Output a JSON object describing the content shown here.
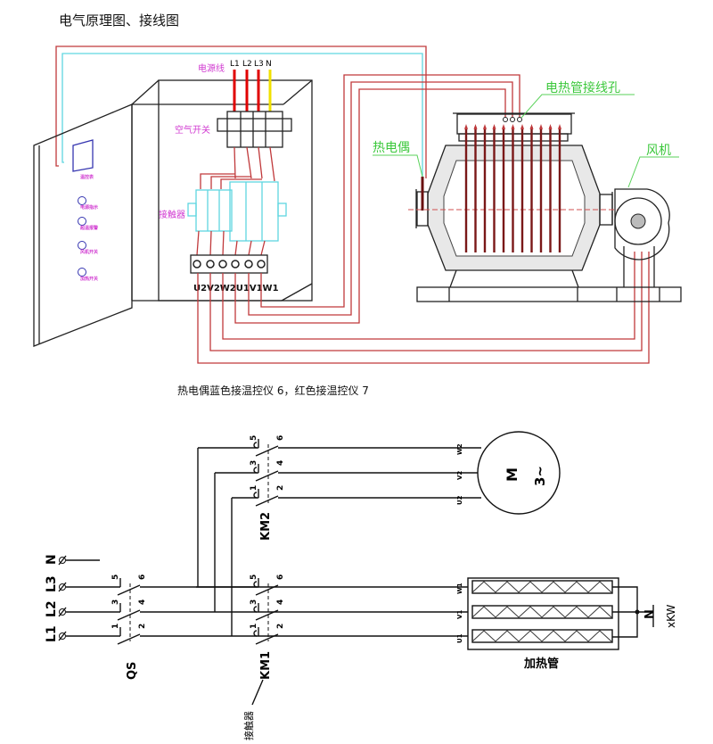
{
  "title": "电气原理图、接线图",
  "caption": "热电偶蓝色接温控仪 6，红色接温控仪 7",
  "colors": {
    "wire_red": "#c0393b",
    "thermocouple_cyan": "#5fd6e0",
    "label_magenta": "#d13bd1",
    "callout_green": "#3cc83c",
    "neutral_yellow": "#f0e000",
    "phase_red": "#e00000"
  },
  "wiring": {
    "power_label": "电源线",
    "phases": [
      "L1",
      "L2",
      "L3",
      "N"
    ],
    "breaker_label": "空气开关",
    "contactor_label": "接触器",
    "terminal_label": "U2V2W2U1V1W1",
    "door_labels": [
      "温控表",
      "电源指示",
      "超温报警",
      "风机开关",
      "加热开关"
    ],
    "heater_hole_label": "电热管接线孔",
    "thermocouple_label": "热电偶",
    "fan_label": "风机"
  },
  "schematic": {
    "inputs": [
      "N",
      "L3",
      "L2",
      "L1"
    ],
    "qs": {
      "label": "QS",
      "in": [
        "5",
        "3",
        "1"
      ],
      "out": [
        "6",
        "4",
        "2"
      ]
    },
    "km1": {
      "label": "KM1",
      "in": [
        "5",
        "3",
        "1"
      ],
      "out": [
        "6",
        "4",
        "2"
      ]
    },
    "km2": {
      "label": "KM2",
      "in": [
        "5",
        "3",
        "1"
      ],
      "out": [
        "6",
        "4",
        "2"
      ]
    },
    "contactor_label": "接触器",
    "motor": {
      "symbol": "M",
      "phase": "3~",
      "terminals": [
        "W2",
        "V2",
        "U2"
      ]
    },
    "heater": {
      "label": "加热管",
      "terminals": [
        "W1",
        "V1",
        "U1"
      ],
      "neutral": "N",
      "power": "xKW"
    }
  }
}
